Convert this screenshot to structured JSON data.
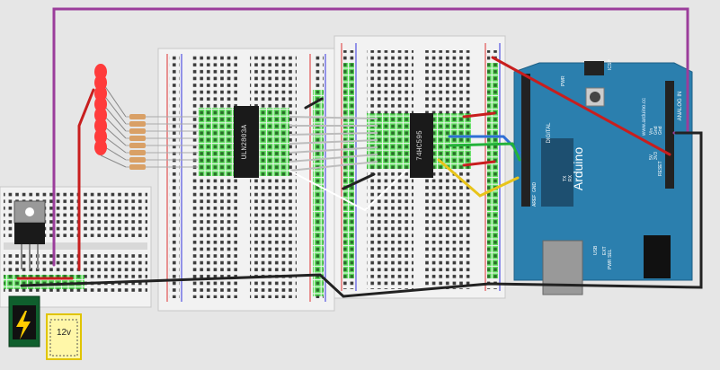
{
  "arduino": {
    "brand": "Arduino",
    "url": "www.arduino.cc",
    "icsp": "ICSP",
    "pwr_led": "PWR",
    "digital": "DIGITAL",
    "aref": "AREF",
    "gnd": "GND",
    "tx": "TX",
    "rx": "RX",
    "analog_in": "ANALOG IN",
    "power_pins": [
      "Vin",
      "Gnd",
      "Gnd",
      "5V",
      "3V3",
      "RESET"
    ],
    "usb": "USB",
    "ext": "EXT",
    "pwr_sel": "PWR SEL"
  },
  "chips": {
    "driver": "ULN2803A",
    "shift_register": "74HC595"
  },
  "power_jack": {
    "voltage": "12v"
  },
  "colors": {
    "board": "#2b7fae",
    "breadboard": "#f2f2f2",
    "wire_purple": "#9b3d9b",
    "wire_red": "#c81e1e",
    "wire_black": "#222222",
    "wire_blue": "#2f6fd6",
    "wire_green": "#23b23a",
    "wire_yellow": "#e8c41a",
    "wire_white": "#ffffff",
    "led": "#ff3b3b",
    "hole_highlight": "#5fe05f"
  },
  "icons": [
    "lightning-icon",
    "reset-button-icon"
  ]
}
